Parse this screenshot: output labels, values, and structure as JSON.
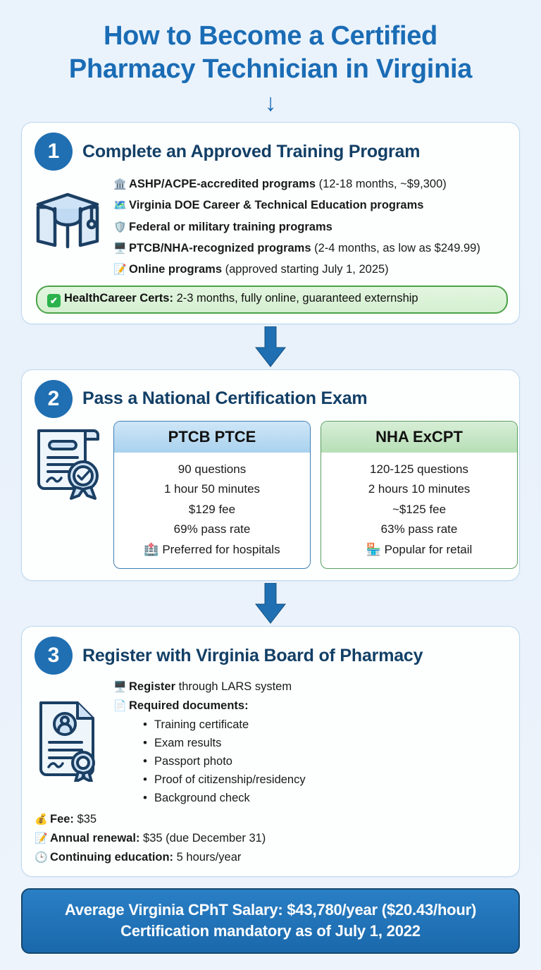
{
  "title": {
    "line1": "How to Become a Certified",
    "line2": "Pharmacy Technician in Virginia",
    "arrow": "↓"
  },
  "colors": {
    "brand_blue": "#1a6cb5",
    "badge_blue": "#1f6fb2",
    "title_navy": "#123f66",
    "ptcb_header": "#a9d2ee",
    "nha_header": "#b7dfb6",
    "highlight_green": "#4ba347",
    "page_background": "#eaf3fc"
  },
  "steps": [
    {
      "number": "1",
      "title": "Complete an Approved Training Program",
      "art_icon": "graduation-cap-book-icon",
      "bullets": [
        {
          "icon": "classical-building-icon",
          "glyph": "🏛️",
          "bold": "ASHP/ACPE-accredited programs",
          "rest": " (12-18 months, ~$9,300)"
        },
        {
          "icon": "virginia-map-icon",
          "glyph": "🗺️",
          "bold": "Virginia DOE Career & Technical Education programs",
          "rest": ""
        },
        {
          "icon": "shield-icon",
          "glyph": "🛡️",
          "bold": "Federal or military training programs",
          "rest": ""
        },
        {
          "icon": "computer-icon",
          "glyph": "🖥️",
          "bold": "PTCB/NHA-recognized programs",
          "rest": " (2-4 months, as low as $249.99)"
        },
        {
          "icon": "calendar-note-icon",
          "glyph": "📝",
          "bold": "Online programs",
          "rest": " (approved starting July 1, 2025)"
        }
      ],
      "highlight": {
        "icon": "green-check-icon",
        "check": "✔",
        "bold": "HealthCareer Certs:",
        "rest": " 2-3 months, fully online, guaranteed externship"
      }
    },
    {
      "number": "2",
      "title": "Pass a National Certification Exam",
      "art_icon": "certificate-seal-icon",
      "exams": [
        {
          "name": "PTCB PTCE",
          "theme": "blue",
          "rows": [
            {
              "text": "90 questions"
            },
            {
              "text": "1 hour 50 minutes"
            },
            {
              "text": "$129 fee"
            },
            {
              "text": "69% pass rate"
            },
            {
              "icon": "hospital-icon",
              "glyph": "🏥",
              "text": "Preferred for hospitals"
            }
          ]
        },
        {
          "name": "NHA ExCPT",
          "theme": "green",
          "rows": [
            {
              "text": "120-125 questions"
            },
            {
              "text": "2 hours 10 minutes"
            },
            {
              "text": "~$125 fee"
            },
            {
              "text": "63% pass rate"
            },
            {
              "icon": "store-icon",
              "glyph": "🏪",
              "text": "Popular for retail"
            }
          ]
        }
      ]
    },
    {
      "number": "3",
      "title": "Register with Virginia Board of Pharmacy",
      "art_icon": "registration-document-icon",
      "items": [
        {
          "icon": "computer-icon",
          "glyph": "🖥️",
          "bold": "Register",
          "rest": " through LARS system"
        },
        {
          "icon": "document-icon",
          "glyph": "📄",
          "bold": "Required documents:",
          "rest": ""
        }
      ],
      "documents": [
        "Training certificate",
        "Exam results",
        "Passport photo",
        "Proof of citizenship/residency",
        "Background check"
      ],
      "footer_items": [
        {
          "icon": "money-bag-icon",
          "glyph": "💰",
          "bold": "Fee:",
          "rest": " $35"
        },
        {
          "icon": "calendar-note-icon",
          "glyph": "📝",
          "bold": "Annual renewal:",
          "rest": " $35 (due December 31)"
        },
        {
          "icon": "clock-icon",
          "glyph": "🕒",
          "bold": "Continuing education:",
          "rest": " 5 hours/year"
        }
      ]
    }
  ],
  "banner": {
    "line1": "Average Virginia CPhT Salary: $43,780/year ($20.43/hour)",
    "line2": "Certification mandatory as of July 1, 2022"
  }
}
